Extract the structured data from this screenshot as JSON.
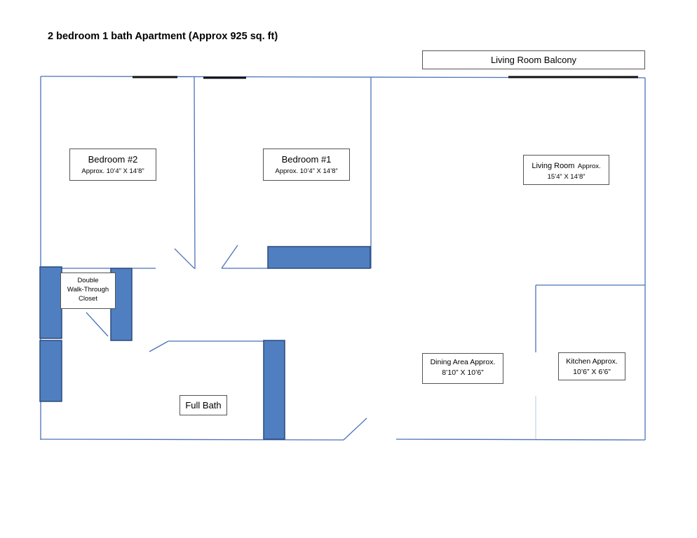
{
  "title": "2 bedroom 1 bath Apartment (Approx 925 sq. ft)",
  "rooms": {
    "balcony": {
      "name": "Living Room Balcony"
    },
    "bedroom2": {
      "name": "Bedroom #2",
      "dimensions": "Approx. 10’4” X 14’8”"
    },
    "bedroom1": {
      "name": "Bedroom #1",
      "dimensions": "Approx. 10’4” X 14’8”"
    },
    "living_room": {
      "name": "Living Room",
      "approx": "Approx.",
      "dimensions": "15’4” X 14’8”"
    },
    "closet": {
      "line1": "Double",
      "line2": "Walk-Through",
      "line3": "Closet"
    },
    "bath": {
      "name": "Full Bath"
    },
    "dining": {
      "name": "Dining Area Approx.",
      "dimensions": "8’10” X 10’6”"
    },
    "kitchen": {
      "name": "Kitchen Approx.",
      "dimensions": "10’6” X 6’6”"
    }
  },
  "colors": {
    "wall": "#4a72b8",
    "fixture_fill": "#4f7fc0",
    "fixture_stroke": "#2c4a7c",
    "window": "#111111"
  }
}
